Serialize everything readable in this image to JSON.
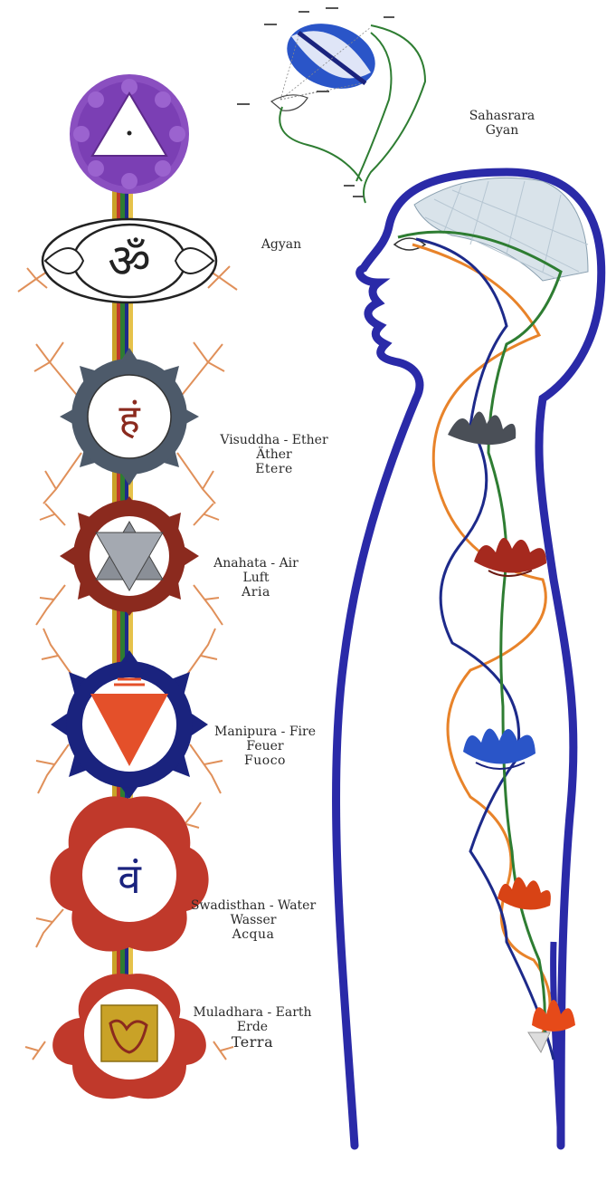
{
  "labels": {
    "sahasrara": [
      "Sahasrara",
      "Gyan"
    ],
    "agyan": [
      "Agyan"
    ],
    "visuddha": [
      "Visuddha - Ether",
      "Äther",
      "Etere"
    ],
    "anahata": [
      "Anahata - Air",
      "Luft",
      "Aria"
    ],
    "manipura": [
      "Manipura - Fire",
      "Feuer",
      "Fuoco"
    ],
    "swadisthan": [
      "Swadisthan - Water",
      "Wasser",
      "Acqua"
    ],
    "muladhara": [
      "Muladhara - Earth",
      "Erde",
      "Terra"
    ]
  },
  "glyphs": {
    "agyan": "ॐ",
    "visuddha": "हं",
    "swadisthan": "वं"
  },
  "colors": {
    "crown": "#8a4fc0",
    "agyan_outline": "#222222",
    "visuddha": "#4d5a6a",
    "anahata": "#8b2a1e",
    "manipura": "#1a237e",
    "manipura_triangle": "#e4502a",
    "swadisthan": "#c0392b",
    "muladhara": "#c0392b",
    "muladhara_square": "#c9a227",
    "body_outline": "#2a2aa8",
    "channel_orange": "#e8832a",
    "channel_blue": "#1d2a8a",
    "channel_green": "#2e7d32",
    "lotus_gray": "#4a4f57",
    "lotus_red": "#a5291e",
    "lotus_blue": "#2a55c8",
    "lotus_orange": "#d84315",
    "root_branches": "#e0905a"
  }
}
